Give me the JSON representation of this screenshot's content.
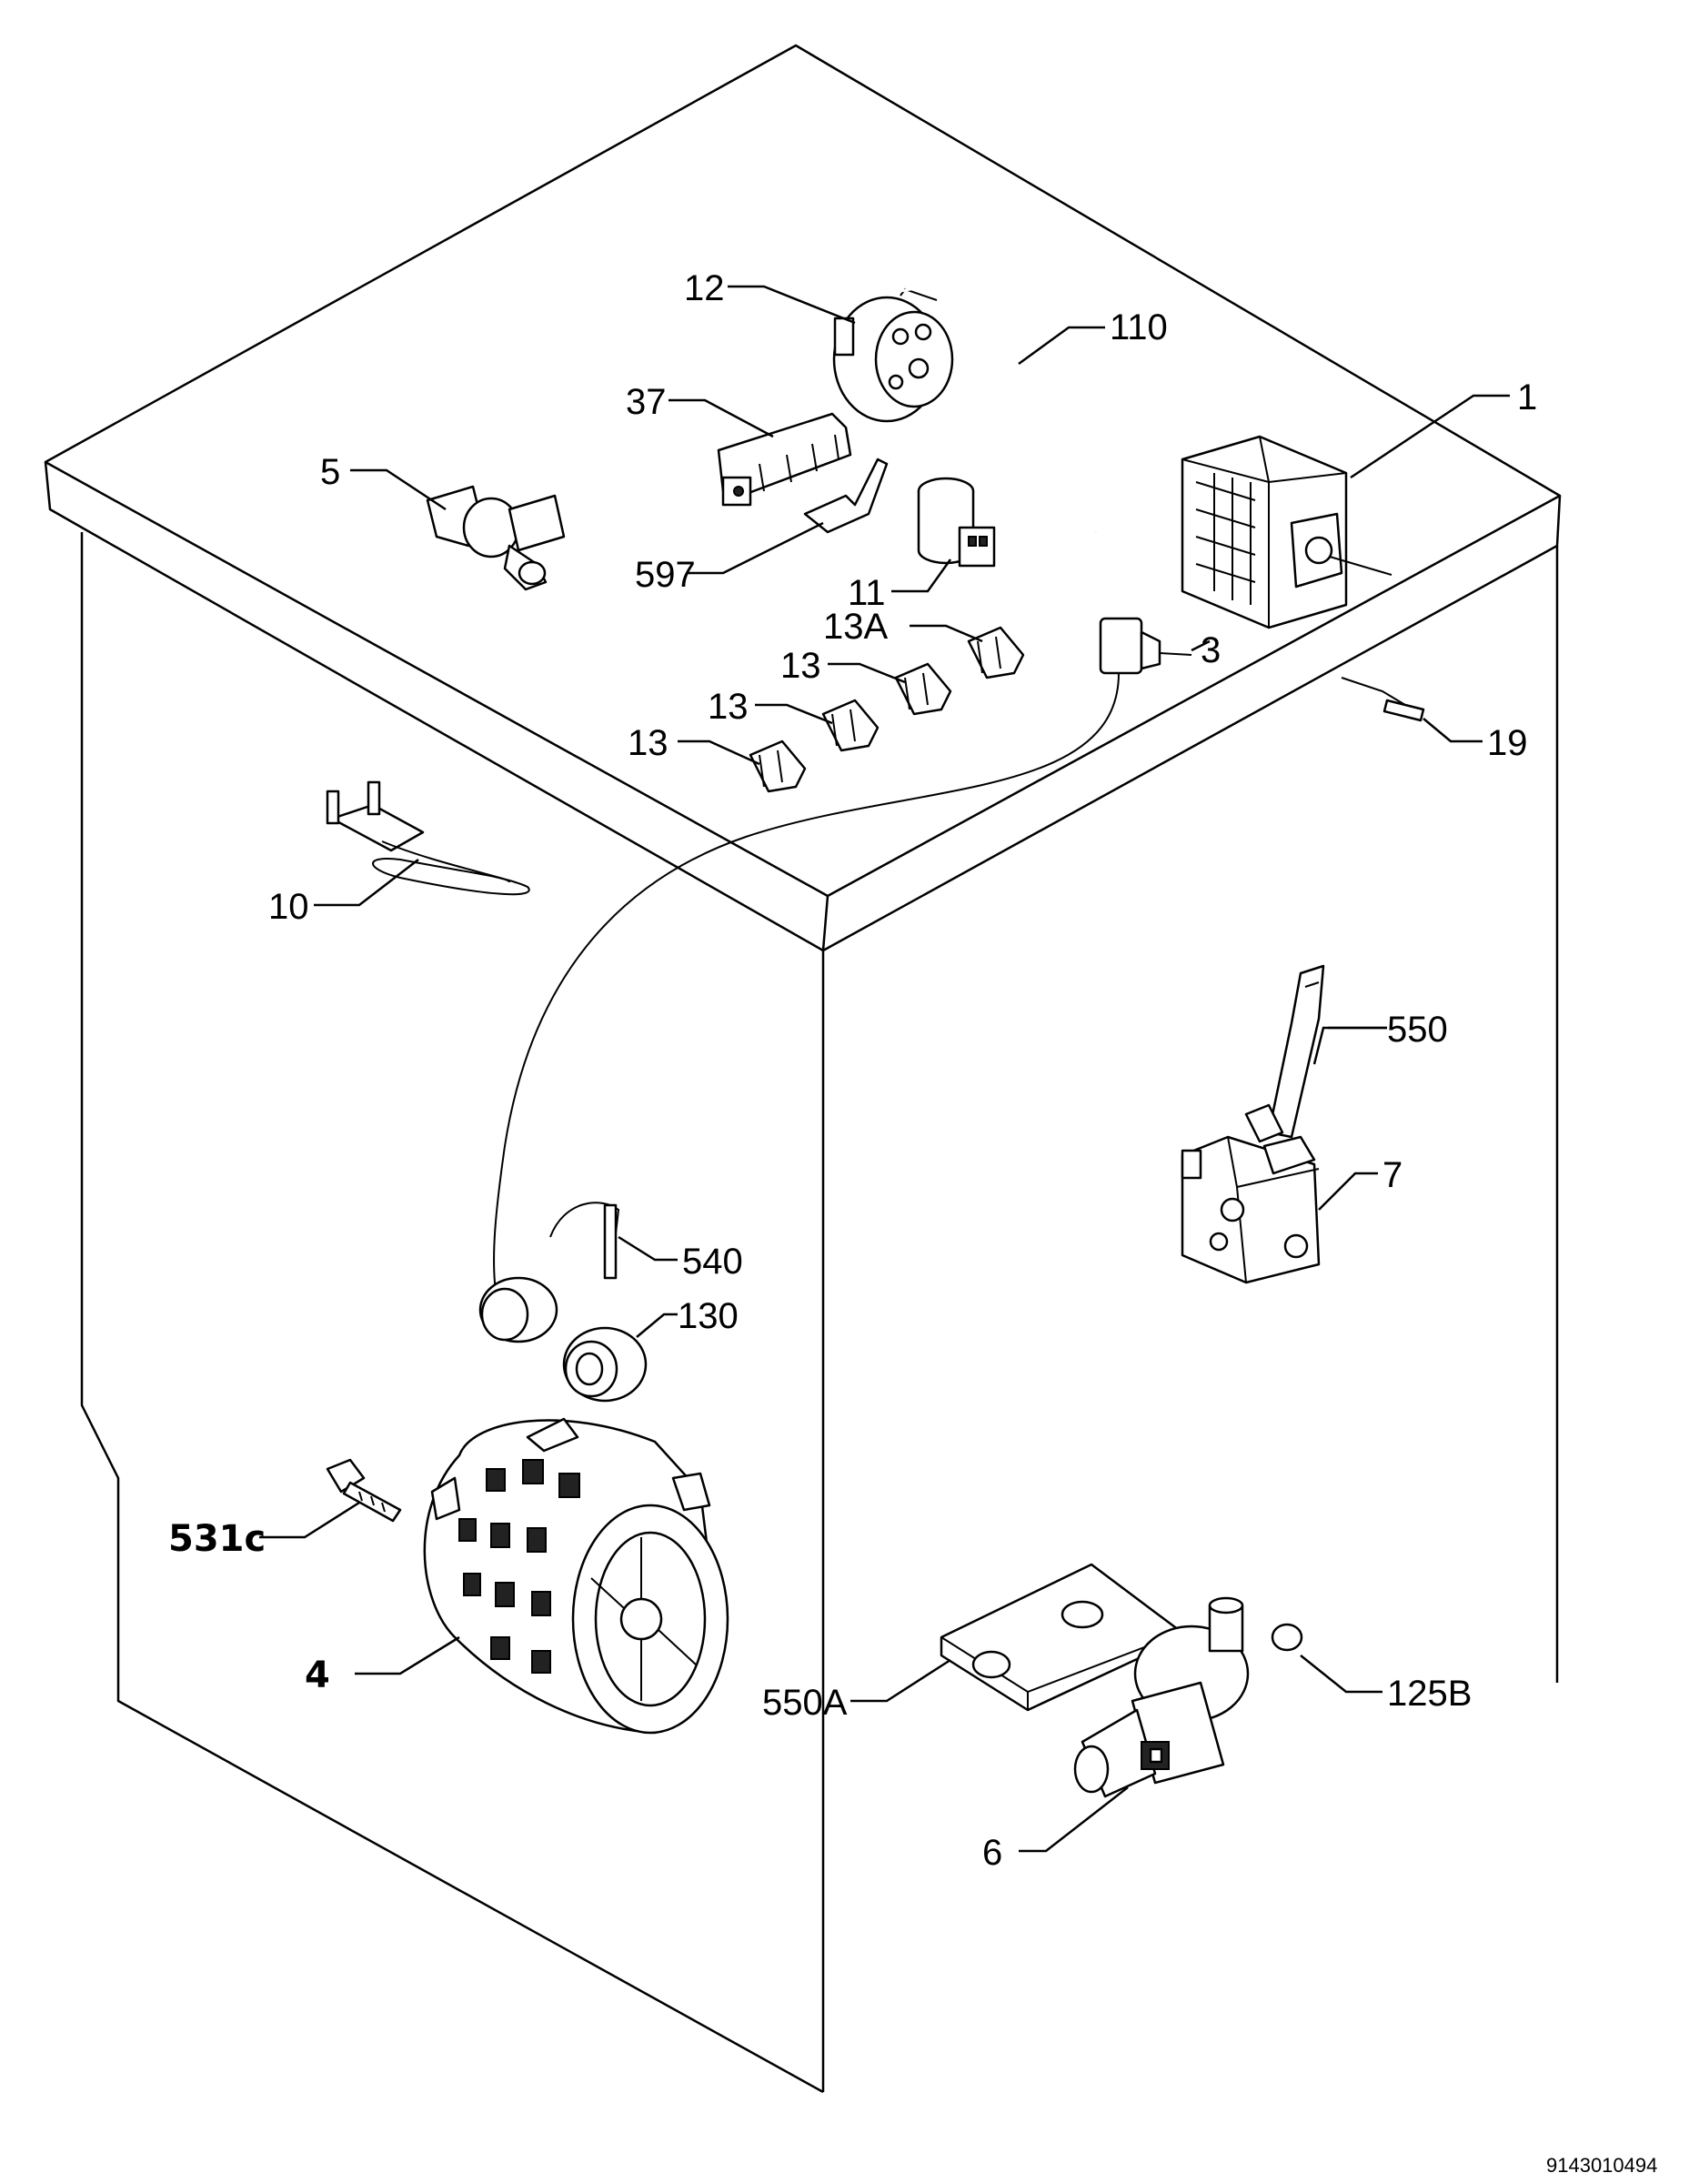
{
  "document_number": "9143010494",
  "callouts": {
    "c1": "1",
    "c3": "3",
    "c4": "4",
    "c5": "5",
    "c6": "6",
    "c7": "7",
    "c10": "10",
    "c11": "11",
    "c12": "12",
    "c13a": "13A",
    "c13_1": "13",
    "c13_2": "13",
    "c13_3": "13",
    "c19": "19",
    "c37": "37",
    "c110": "110",
    "c125b": "125B",
    "c130": "130",
    "c531c": "531c",
    "c540": "540",
    "c550": "550",
    "c550a": "550A",
    "c597": "597"
  }
}
